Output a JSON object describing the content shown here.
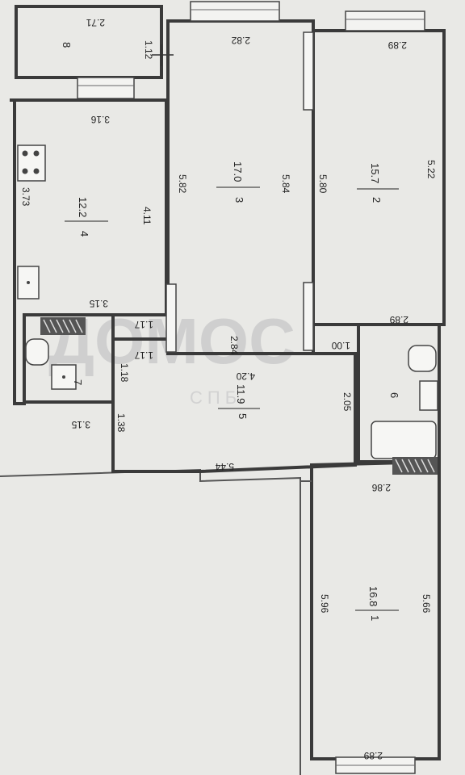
{
  "rooms": [
    {
      "id": "r1",
      "number": "1",
      "area": "16.8"
    },
    {
      "id": "r2",
      "number": "2",
      "area": "15.7"
    },
    {
      "id": "r3",
      "number": "3",
      "area": "17.0"
    },
    {
      "id": "r4",
      "number": "4",
      "area": "12.2"
    },
    {
      "id": "r5",
      "number": "5",
      "area": "11.9"
    },
    {
      "id": "r6",
      "number": "6",
      "area": ""
    },
    {
      "id": "r7",
      "number": "7",
      "area": ""
    },
    {
      "id": "r8",
      "number": "8",
      "area": ""
    }
  ],
  "dimensions": [
    "2.71",
    "1.12",
    "2.82",
    "2.89",
    "3.16",
    "3.73",
    "4.11",
    "5.82",
    "5.84",
    "5.80",
    "5.22",
    "3.15",
    "1.17",
    "1.17",
    "2.84",
    "1.00",
    "2.89",
    "1.18",
    "4.20",
    "2.05",
    "3.15",
    "1.38",
    "5.44",
    "2.86",
    "5.96",
    "5.66",
    "2.89"
  ],
  "watermark": {
    "main": "ДОМОС",
    "sub": "СПБ"
  }
}
